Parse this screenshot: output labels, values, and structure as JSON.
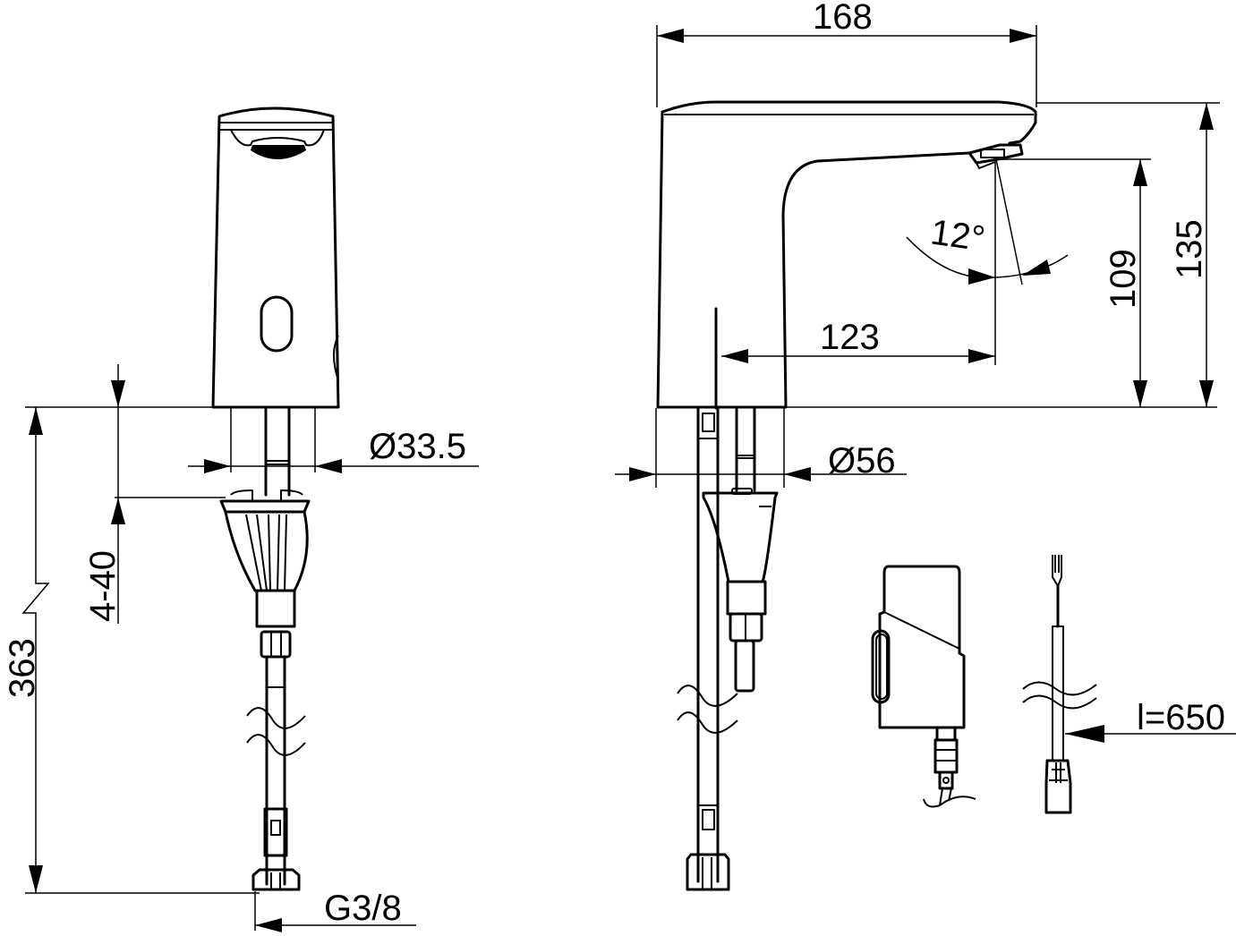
{
  "drawing": {
    "subject": "sensor basin faucet dimensional drawing",
    "line_color": "#000000",
    "background": "#ffffff"
  },
  "front_view": {
    "dimensions": {
      "shank_diameter": "Ø33.5",
      "deck_thickness": "4-40",
      "total_height": "363",
      "connection_thread": "G3/8"
    }
  },
  "side_view": {
    "dimensions": {
      "overall_length": "168",
      "overall_height": "135",
      "outlet_height": "109",
      "spout_reach": "123",
      "spray_angle": "12°",
      "base_diameter": "Ø56"
    }
  },
  "accessories": {
    "cable_length": "l=650"
  }
}
